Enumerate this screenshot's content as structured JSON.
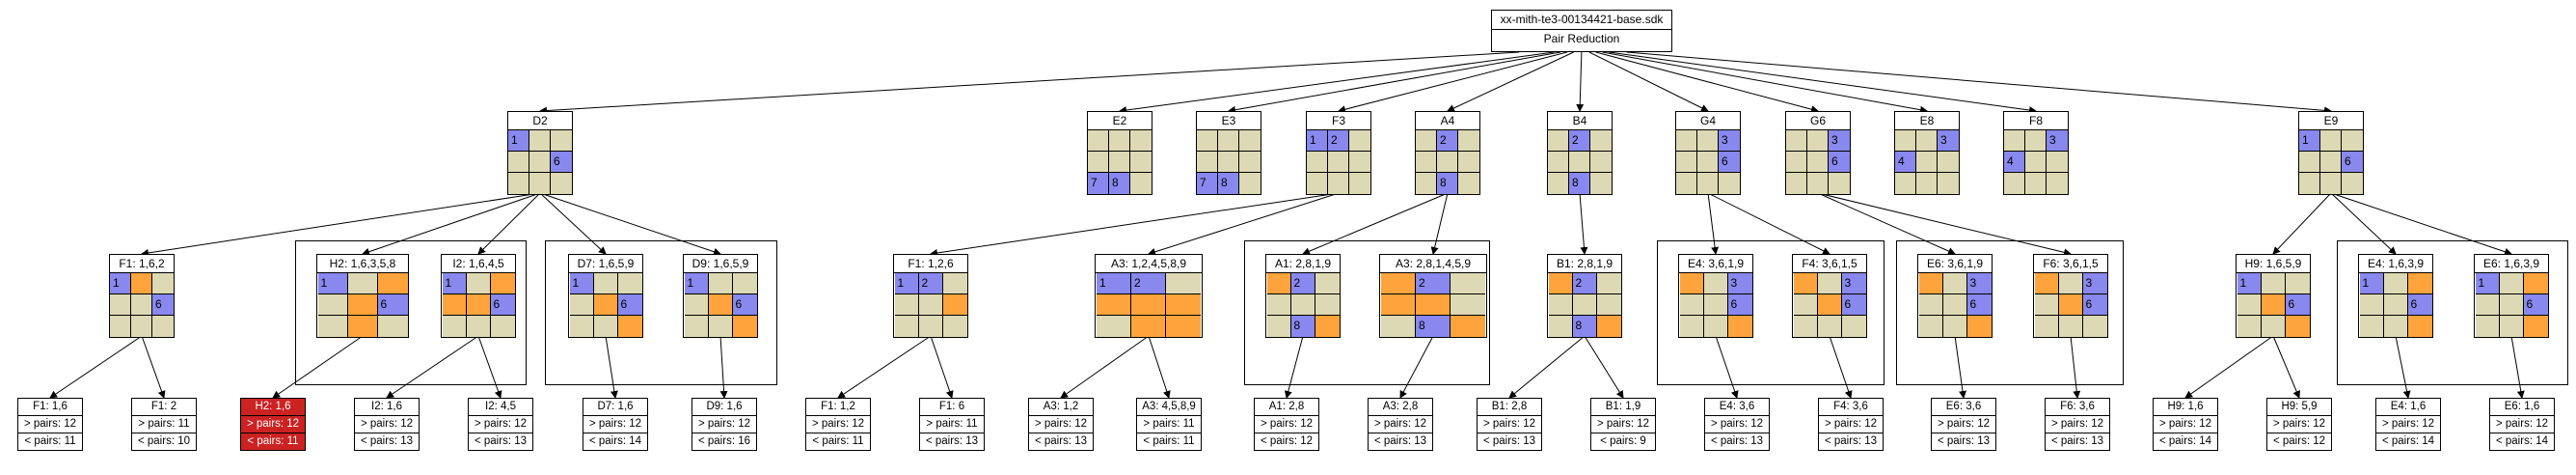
{
  "root": {
    "title": "xx-mith-te3-00134421-base.sdk",
    "subtitle": "Pair Reduction"
  },
  "colors": {
    "blue": "#8888ee",
    "orange": "#ffa43c",
    "tan": "#ddd9b4",
    "red": "#cc2222"
  },
  "level1": [
    {
      "id": "D2",
      "label": "D2",
      "cells": [
        "b:1",
        "",
        "",
        "",
        "",
        "b:6",
        "",
        "",
        ""
      ]
    },
    {
      "id": "E2",
      "label": "E2",
      "cells": [
        "",
        "",
        "",
        "",
        "",
        "",
        "b:7",
        "b:8",
        ""
      ]
    },
    {
      "id": "E3",
      "label": "E3",
      "cells": [
        "",
        "",
        "",
        "",
        "",
        "",
        "b:7",
        "b:8",
        ""
      ]
    },
    {
      "id": "F3",
      "label": "F3",
      "cells": [
        "b:1",
        "b:2",
        "",
        "",
        "",
        "",
        "",
        "",
        ""
      ]
    },
    {
      "id": "A4",
      "label": "A4",
      "cells": [
        "",
        "b:2",
        "",
        "",
        "",
        "",
        "",
        "b:8",
        ""
      ]
    },
    {
      "id": "B4",
      "label": "B4",
      "cells": [
        "",
        "b:2",
        "",
        "",
        "",
        "",
        "",
        "b:8",
        ""
      ]
    },
    {
      "id": "G4",
      "label": "G4",
      "cells": [
        "",
        "",
        "b:3",
        "",
        "",
        "b:6",
        "",
        "",
        ""
      ]
    },
    {
      "id": "G6",
      "label": "G6",
      "cells": [
        "",
        "",
        "b:3",
        "",
        "",
        "b:6",
        "",
        "",
        ""
      ]
    },
    {
      "id": "E8",
      "label": "E8",
      "cells": [
        "",
        "",
        "b:3",
        "b:4",
        "",
        "",
        "",
        "",
        ""
      ]
    },
    {
      "id": "F8",
      "label": "F8",
      "cells": [
        "",
        "",
        "b:3",
        "b:4",
        "",
        "",
        "",
        "",
        ""
      ]
    },
    {
      "id": "E9",
      "label": "E9",
      "cells": [
        "b:1",
        "",
        "",
        "",
        "",
        "b:6",
        "",
        "",
        ""
      ]
    }
  ],
  "level2": [
    {
      "id": "F1",
      "label": "F1: 1,6,2",
      "cells": [
        "b:1",
        "o:",
        "",
        "",
        "",
        "b:6",
        "",
        "",
        ""
      ]
    },
    {
      "id": "H2",
      "label": "H2: 1,6,3,5,8",
      "cells": [
        "b:1",
        "",
        "o:",
        "",
        "o:",
        "b:6",
        "",
        "o:",
        ""
      ]
    },
    {
      "id": "I2",
      "label": "I2: 1,6,4,5",
      "cells": [
        "b:1",
        "",
        "o:",
        "o:",
        "o:",
        "b:6",
        "",
        "",
        ""
      ]
    },
    {
      "id": "D7",
      "label": "D7: 1,6,5,9",
      "cells": [
        "b:1",
        "",
        "",
        "",
        "o:",
        "b:6",
        "",
        "",
        "o:"
      ]
    },
    {
      "id": "D9",
      "label": "D9: 1,6,5,9",
      "cells": [
        "b:1",
        "",
        "",
        "",
        "o:",
        "b:6",
        "",
        "",
        "o:"
      ]
    },
    {
      "id": "F1b",
      "label": "F1: 1,2,6",
      "cells": [
        "b:1",
        "b:2",
        "",
        "",
        "",
        "o:",
        "",
        "",
        ""
      ]
    },
    {
      "id": "A3",
      "label": "A3: 1,2,4,5,8,9",
      "cells": [
        "b:1",
        "b:2",
        "",
        "o:",
        "o:",
        "o:",
        "",
        "o:",
        "o:"
      ]
    },
    {
      "id": "A1",
      "label": "A1: 2,8,1,9",
      "cells": [
        "o:",
        "b:2",
        "",
        "",
        "",
        "",
        "",
        "b:8",
        "o:"
      ]
    },
    {
      "id": "A3b",
      "label": "A3: 2,8,1,4,5,9",
      "cells": [
        "o:",
        "b:2",
        "",
        "o:",
        "o:",
        "",
        "",
        "b:8",
        "o:"
      ]
    },
    {
      "id": "B1",
      "label": "B1: 2,8,1,9",
      "cells": [
        "o:",
        "b:2",
        "",
        "",
        "",
        "",
        "",
        "b:8",
        "o:"
      ]
    },
    {
      "id": "E4",
      "label": "E4: 3,6,1,9",
      "cells": [
        "o:",
        "",
        "b:3",
        "",
        "",
        "b:6",
        "",
        "",
        "o:"
      ]
    },
    {
      "id": "F4",
      "label": "F4: 3,6,1,5",
      "cells": [
        "o:",
        "",
        "b:3",
        "",
        "o:",
        "b:6",
        "",
        "",
        ""
      ]
    },
    {
      "id": "E6",
      "label": "E6: 3,6,1,9",
      "cells": [
        "o:",
        "",
        "b:3",
        "",
        "",
        "b:6",
        "",
        "",
        "o:"
      ]
    },
    {
      "id": "F6",
      "label": "F6: 3,6,1,5",
      "cells": [
        "o:",
        "",
        "b:3",
        "",
        "o:",
        "b:6",
        "",
        "",
        ""
      ]
    },
    {
      "id": "H9",
      "label": "H9: 1,6,5,9",
      "cells": [
        "b:1",
        "",
        "",
        "",
        "o:",
        "b:6",
        "",
        "",
        "o:"
      ]
    },
    {
      "id": "E4b",
      "label": "E4: 1,6,3,9",
      "cells": [
        "b:1",
        "",
        "o:",
        "",
        "",
        "b:6",
        "",
        "",
        "o:"
      ]
    },
    {
      "id": "E6b",
      "label": "E6: 1,6,3,9",
      "cells": [
        "b:1",
        "",
        "o:",
        "",
        "",
        "b:6",
        "",
        "",
        "o:"
      ]
    }
  ],
  "leaves": [
    {
      "id": "l1",
      "rows": [
        "F1: 1,6",
        "> pairs: 12",
        "< pairs: 11"
      ]
    },
    {
      "id": "l2",
      "rows": [
        "F1: 2",
        "> pairs: 11",
        "< pairs: 10"
      ]
    },
    {
      "id": "l3",
      "rows": [
        "H2: 1,6",
        "> pairs: 12",
        "< pairs: 11"
      ],
      "red": true
    },
    {
      "id": "l4",
      "rows": [
        "I2: 1,6",
        "> pairs: 12",
        "< pairs: 13"
      ]
    },
    {
      "id": "l5",
      "rows": [
        "I2: 4,5",
        "> pairs: 12",
        "< pairs: 13"
      ]
    },
    {
      "id": "l6",
      "rows": [
        "D7: 1,6",
        "> pairs: 12",
        "< pairs: 14"
      ]
    },
    {
      "id": "l7",
      "rows": [
        "D9: 1,6",
        "> pairs: 12",
        "< pairs: 16"
      ]
    },
    {
      "id": "l8",
      "rows": [
        "F1: 1,2",
        "> pairs: 12",
        "< pairs: 11"
      ]
    },
    {
      "id": "l9",
      "rows": [
        "F1: 6",
        "> pairs: 11",
        "< pairs: 13"
      ]
    },
    {
      "id": "l10",
      "rows": [
        "A3: 1,2",
        "> pairs: 12",
        "< pairs: 13"
      ]
    },
    {
      "id": "l11",
      "rows": [
        "A3: 4,5,8,9",
        "> pairs: 11",
        "< pairs: 11"
      ]
    },
    {
      "id": "l12",
      "rows": [
        "A1: 2,8",
        "> pairs: 12",
        "< pairs: 12"
      ]
    },
    {
      "id": "l13",
      "rows": [
        "A3: 2,8",
        "> pairs: 12",
        "< pairs: 13"
      ]
    },
    {
      "id": "l14",
      "rows": [
        "B1: 2,8",
        "> pairs: 12",
        "< pairs: 13"
      ]
    },
    {
      "id": "l15",
      "rows": [
        "B1: 1,9",
        "> pairs: 12",
        "< pairs: 9"
      ]
    },
    {
      "id": "l16",
      "rows": [
        "E4: 3,6",
        "> pairs: 12",
        "< pairs: 13"
      ]
    },
    {
      "id": "l17",
      "rows": [
        "F4: 3,6",
        "> pairs: 12",
        "< pairs: 13"
      ]
    },
    {
      "id": "l18",
      "rows": [
        "E6: 3,6",
        "> pairs: 12",
        "< pairs: 13"
      ]
    },
    {
      "id": "l19",
      "rows": [
        "F6: 3,6",
        "> pairs: 12",
        "< pairs: 13"
      ]
    },
    {
      "id": "l20",
      "rows": [
        "H9: 1,6",
        "> pairs: 12",
        "< pairs: 14"
      ]
    },
    {
      "id": "l21",
      "rows": [
        "H9: 5,9",
        "> pairs: 12",
        "< pairs: 12"
      ]
    },
    {
      "id": "l22",
      "rows": [
        "E4: 1,6",
        "> pairs: 12",
        "< pairs: 14"
      ]
    },
    {
      "id": "l23",
      "rows": [
        "E6: 1,6",
        "> pairs: 12",
        "< pairs: 14"
      ]
    }
  ]
}
